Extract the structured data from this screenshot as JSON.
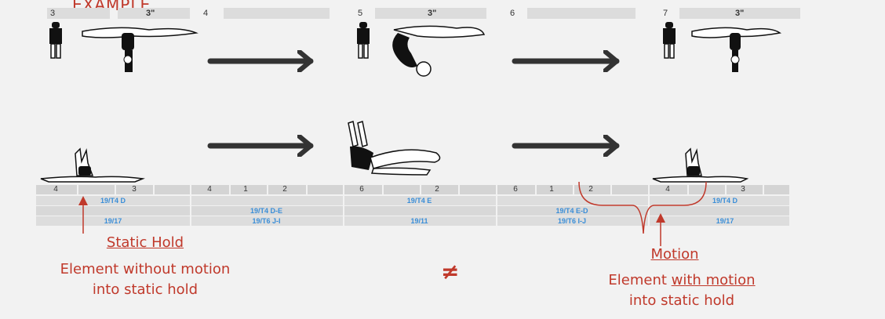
{
  "header": {
    "title_fragment": "EXAMPLE"
  },
  "counts_top": {
    "numbers": [
      "3",
      "4",
      "5",
      "6",
      "7"
    ],
    "durations": [
      "3\"",
      "3\"",
      "3\""
    ]
  },
  "counts_bottom": {
    "cells": [
      "4",
      "3",
      "4",
      "1",
      "2",
      "6",
      "2",
      "6",
      "1",
      "2",
      "4",
      "3"
    ]
  },
  "codes": {
    "row1": [
      "19/T4 D",
      "19/T4 D-E",
      "19/T4 E",
      "19/T4 E-D",
      "19/T4 D"
    ],
    "row2": [
      "19/17",
      "19/T6 J-I",
      "19/11",
      "19/T6 I-J",
      "19/17"
    ]
  },
  "labels": {
    "static_title": "Static Hold",
    "static_line1": "Element without motion",
    "static_line2": "into static hold",
    "motion_title": "Motion",
    "motion_line1_a": "Element ",
    "motion_line1_b": "with motion",
    "motion_line2": "into static hold",
    "not_equal": "≠"
  },
  "colors": {
    "accent_red": "#c0392b",
    "code_blue": "#3a8ed8",
    "grid_gray": "#d4d4d4"
  }
}
